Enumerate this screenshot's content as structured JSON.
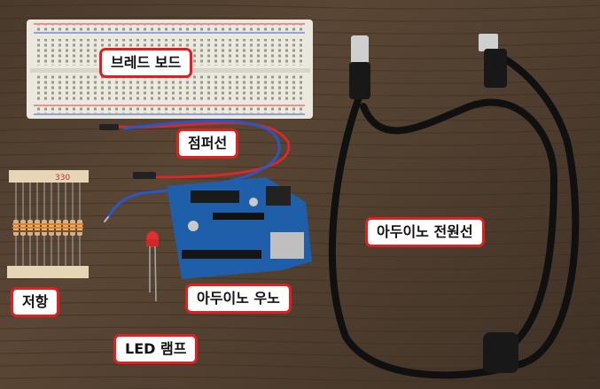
{
  "labels": {
    "breadboard": "브레드 보드",
    "jumper": "점퍼선",
    "resistor": "저항",
    "led": "LED 램프",
    "uno": "아두이노 우노",
    "cable": "아두이노 전원선",
    "resistor_value": "330"
  },
  "colors": {
    "label_border": "#e02020",
    "board_blue": "#1f5ea8",
    "breadboard": "#e9e6dd",
    "cable": "#111111"
  }
}
